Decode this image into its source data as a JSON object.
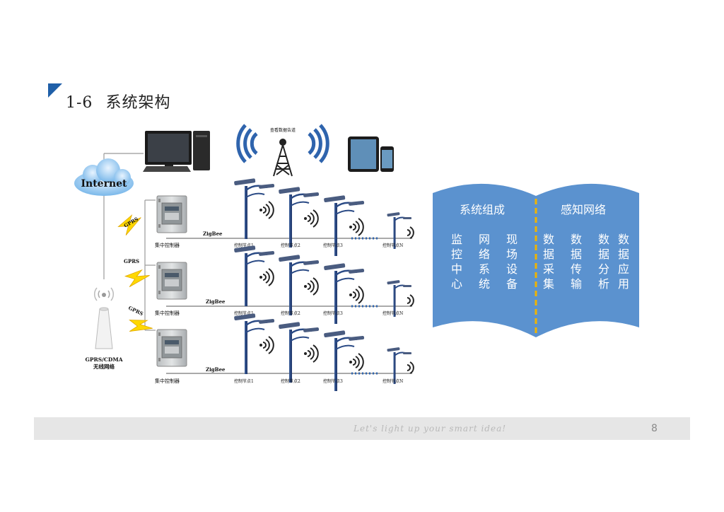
{
  "title": {
    "number": "1-6",
    "text": "系统架构"
  },
  "diagram": {
    "internet": "Internet",
    "tower_caption": "查看数据告道",
    "wireless": [
      "GPRS/CDMA",
      "无线网络"
    ],
    "gprs": "GPRS",
    "zigbee": "ZigBee",
    "controller": "集中控制器",
    "nodes": [
      "控制节点1",
      "控制节点2",
      "控制节点3",
      "控制节点N"
    ]
  },
  "book": {
    "left_title": "系统组成",
    "right_title": "感知网络",
    "left_columns": [
      "监控中心",
      "网络系统",
      "现场设备"
    ],
    "right_columns": [
      "数据采集",
      "数据传输",
      "数据分析",
      "数据应用"
    ],
    "color": "#5b92cf",
    "divider_color": "#f0b400"
  },
  "footer": {
    "slogan": "Let's light up your smart idea!",
    "page": "8"
  }
}
